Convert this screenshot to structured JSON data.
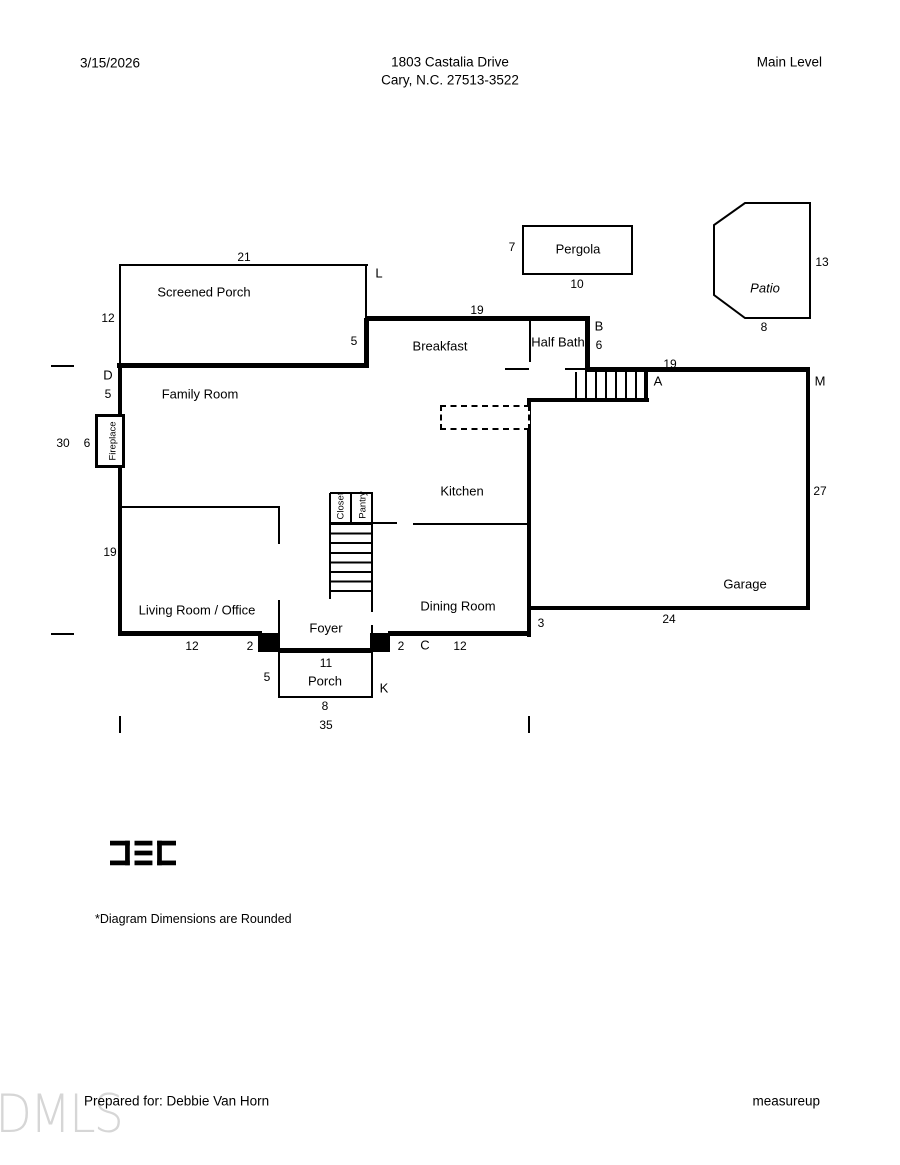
{
  "header": {
    "date": "3/15/2026",
    "address_line1": "1803 Castalia Drive",
    "address_line2": "Cary, N.C. 27513-3522",
    "level": "Main Level"
  },
  "rooms": {
    "screened_porch": "Screened Porch",
    "family_room": "Family Room",
    "breakfast": "Breakfast",
    "half_bath": "Half Bath",
    "kitchen": "Kitchen",
    "dining_room": "Dining Room",
    "living_room_office": "Living Room / Office",
    "foyer": "Foyer",
    "porch": "Porch",
    "garage": "Garage",
    "pergola": "Pergola",
    "patio": "Patio",
    "fireplace": "Fireplace",
    "closet": "Closet",
    "pantry": "Pantry"
  },
  "dims": {
    "d21": "21",
    "dL": "L",
    "d12_sp": "12",
    "d5_sp": "5",
    "dD": "D",
    "d5_fam": "5",
    "d30": "30",
    "d6_fp": "6",
    "d19_lr": "19",
    "d12_lr": "12",
    "d2_lr": "2",
    "d5_porch": "5",
    "d11": "11",
    "d8_porch": "8",
    "d35": "35",
    "dK": "K",
    "d2_dr": "2",
    "dC": "C",
    "d12_dr": "12",
    "d3": "3",
    "d24": "24",
    "d19_bf": "19",
    "dB": "B",
    "d6_hb": "6",
    "d19_gar": "19",
    "dA": "A",
    "dM": "M",
    "d27": "27",
    "d7": "7",
    "d10": "10",
    "d13": "13",
    "d8_patio": "8"
  },
  "notes": {
    "rounding": "*Diagram Dimensions are Rounded"
  },
  "footer": {
    "prepared_for": "Prepared for: Debbie Van Horn",
    "brand": "measureup",
    "watermark": "DMLS"
  },
  "icons": {
    "logo": "dec-logo-icon"
  }
}
